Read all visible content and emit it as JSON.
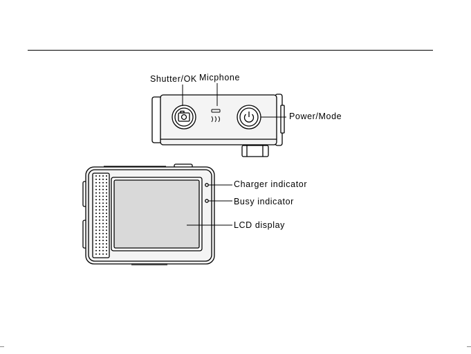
{
  "labels": {
    "shutter": "Shutter/OK",
    "microphone": "Micphone",
    "power": "Power/Mode",
    "charger": "Charger  indicator",
    "busy": "Busy  indicator",
    "lcd": "LCD  display"
  },
  "icons": {
    "shutter_button": "camera-icon",
    "power_button": "power-icon",
    "mic_mark": "sound-wave-icon"
  },
  "colors": {
    "line": "#000000",
    "lcd_fill": "#d9d9d9",
    "body_fill": "#f4f4f4"
  }
}
